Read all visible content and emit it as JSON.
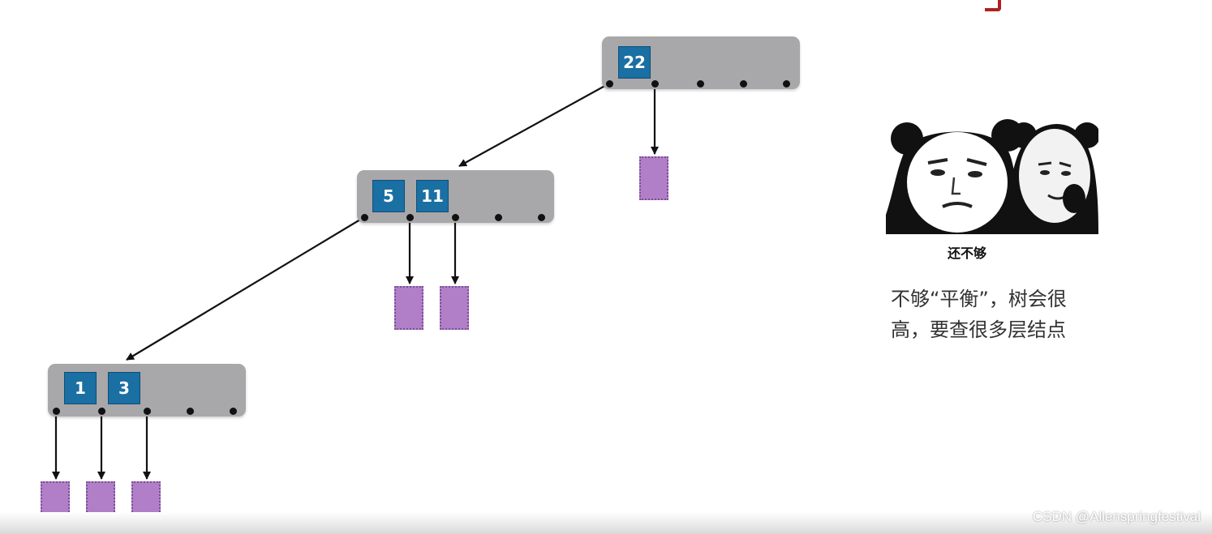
{
  "diagram": {
    "nodes": [
      {
        "id": "root",
        "keys": [
          "22"
        ]
      },
      {
        "id": "mid",
        "keys": [
          "5",
          "11"
        ]
      },
      {
        "id": "low",
        "keys": [
          "1",
          "3"
        ]
      }
    ]
  },
  "meme": {
    "icon": "panda-meme-icon",
    "caption": "还不够"
  },
  "note": {
    "line1": "不够“平衡”，树会很",
    "line2": "高，要查很多层结点"
  },
  "watermark": "CSDN @Allenspringfestival",
  "colors": {
    "node_bg": "#a8a7a9",
    "key_bg": "#1a6fa3",
    "leaf_bg": "#b07fc8",
    "accent_red": "#b02020"
  }
}
